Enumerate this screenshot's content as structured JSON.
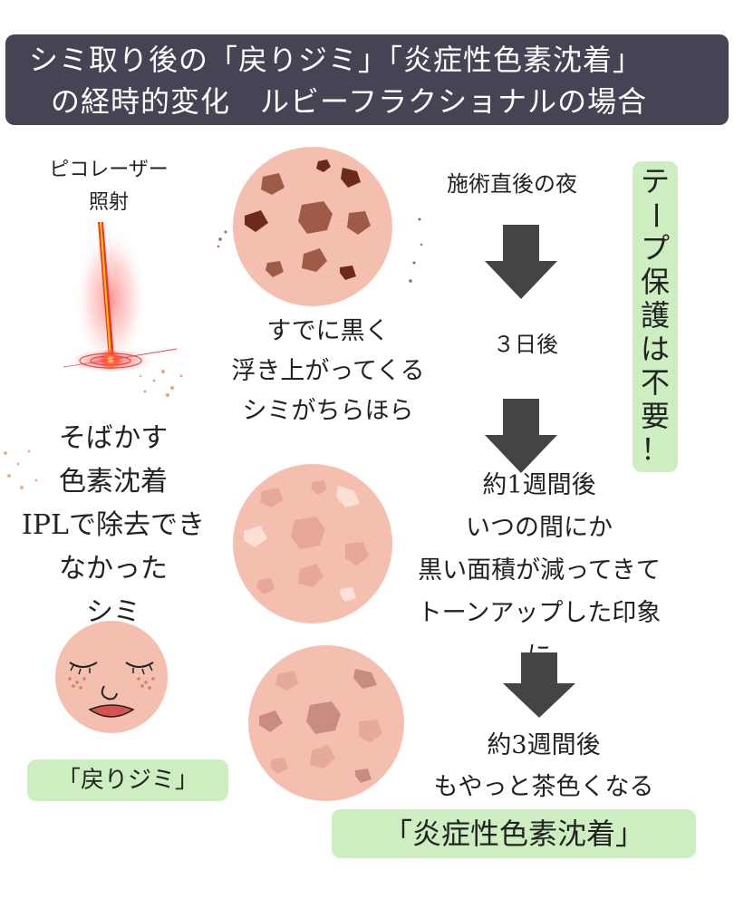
{
  "title": {
    "line1": "シミ取り後の「戻りジミ」「炎症性色素沈着」",
    "line2": "の経時的変化　ルビーフラクショナルの場合"
  },
  "laser_label": [
    "ピコレーザー",
    "照射"
  ],
  "left_caption": [
    "そばかす",
    "色素沈着",
    "IPLで除去でき",
    "なかった",
    "シミ"
  ],
  "modoriJimi_label": "「戻りジミ」",
  "inflammation_label": "「炎症性色素沈着」",
  "tape_note": [
    "テ",
    "ー",
    "プ",
    "保",
    "護",
    "は",
    "不",
    "要",
    "！"
  ],
  "stage1": {
    "when": "施術直後の夜"
  },
  "stage1_desc": [
    "すでに黒く",
    "浮き上がってくる",
    "シミがちらほら"
  ],
  "stage2": {
    "when": "３日後"
  },
  "stage3": {
    "when": "約1週間後",
    "desc": [
      "いつの間にか",
      "黒い面積が減ってきて",
      "トーンアップした印象",
      "に"
    ]
  },
  "stage4": {
    "when": "約3週間後",
    "desc": [
      "もやっと茶色くなる"
    ]
  },
  "colors": {
    "banner": "#444454",
    "skin": "#f5bfb0",
    "green": "#cdeec0",
    "arrow": "#444444",
    "laser": "#ff2a2a"
  }
}
